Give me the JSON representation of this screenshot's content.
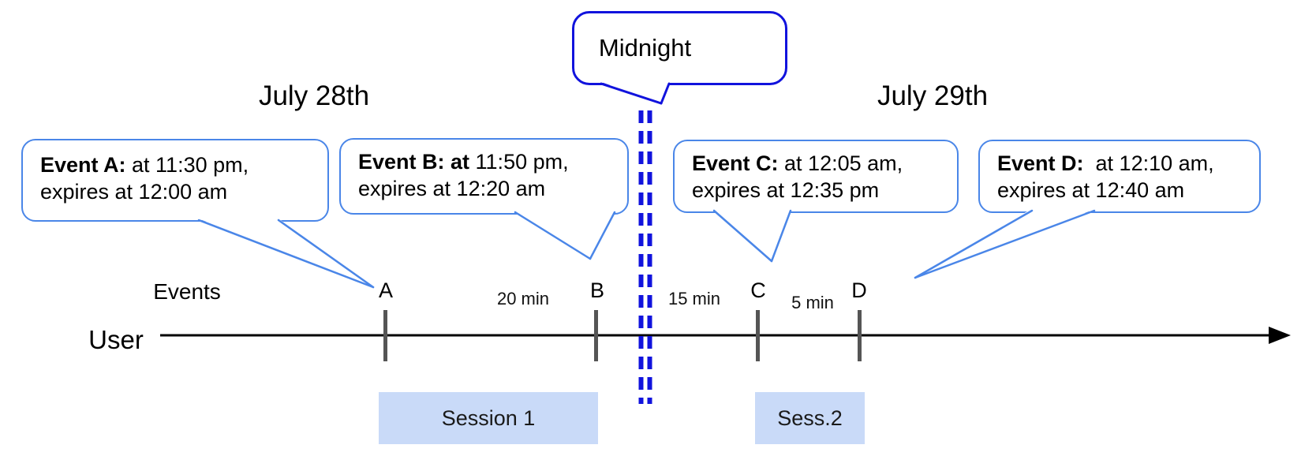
{
  "colors": {
    "callout_border": "#4a86e8",
    "midnight_blue": "#1113dd",
    "session_fill": "#c9daf8",
    "tick_color": "#555555",
    "ink": "#000000"
  },
  "dates": {
    "left": "July 28th",
    "right": "July 29th"
  },
  "midnight": {
    "label": "Midnight"
  },
  "events": [
    {
      "name": "A",
      "bold": "Event A:",
      "rest": " at 11:30 pm,",
      "line2": "expires at 12:00 am"
    },
    {
      "name": "B",
      "bold": "Event B: at",
      "rest": " 11:50 pm,",
      "line2": "expires at 12:20 am"
    },
    {
      "name": "C",
      "bold": "Event C:",
      "rest": " at 12:05 am,",
      "line2": "expires at 12:35 pm"
    },
    {
      "name": "D",
      "bold": "Event D:",
      "rest": "  at 12:10 am,",
      "line2": "expires at 12:40 am"
    }
  ],
  "timeline": {
    "axis_label": "User",
    "events_label": "Events",
    "ticks": [
      "A",
      "B",
      "C",
      "D"
    ],
    "gaps": [
      "20 min",
      "15 min",
      "5 min"
    ]
  },
  "sessions": [
    {
      "label": "Session 1"
    },
    {
      "label": "Sess.2"
    }
  ]
}
